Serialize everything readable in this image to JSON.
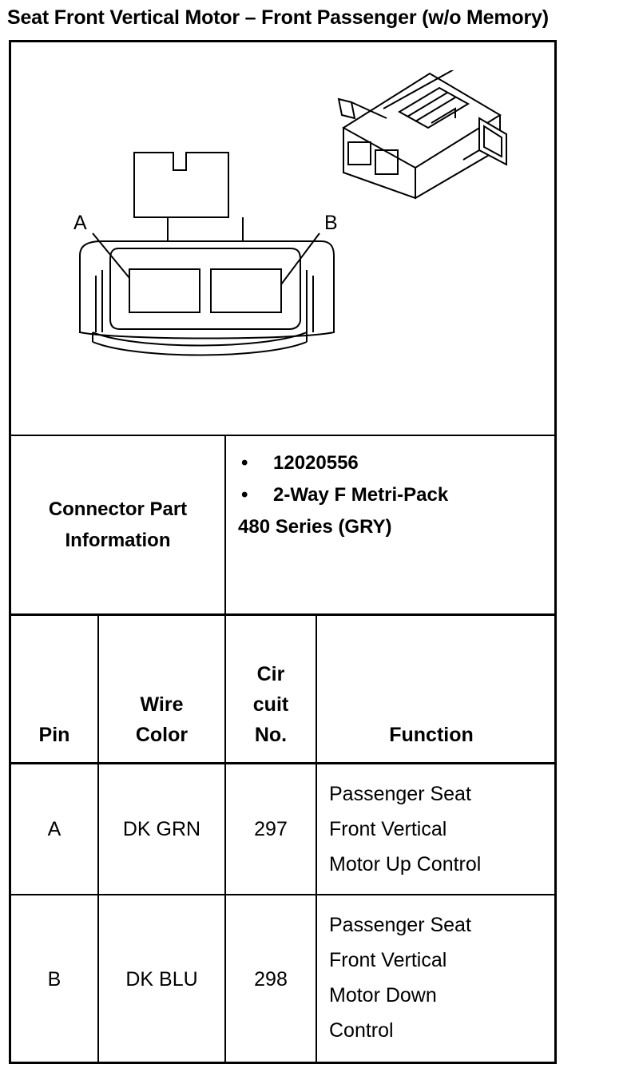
{
  "title": "Seat Front Vertical Motor – Front Passenger (w/o Memory)",
  "diagram": {
    "pin_labels": [
      "A",
      "B"
    ]
  },
  "connector_info": {
    "label_line1": "Connector Part",
    "label_line2": "Information",
    "bullet_symbol": "•",
    "items": [
      "12020556",
      "2-Way F Metri-Pack"
    ],
    "continuation": "480 Series (GRY)"
  },
  "table": {
    "headers": {
      "pin": "Pin",
      "wire_color": [
        "Wire",
        "Color"
      ],
      "circuit": [
        "Cir",
        "cuit",
        "No."
      ],
      "function": "Function"
    },
    "rows": [
      {
        "pin": "A",
        "wire_color": "DK GRN",
        "circuit": "297",
        "function": [
          "Passenger Seat",
          "Front Vertical",
          "Motor Up Control"
        ]
      },
      {
        "pin": "B",
        "wire_color": "DK BLU",
        "circuit": "298",
        "function": [
          "Passenger Seat",
          "Front Vertical",
          "Motor Down",
          "Control"
        ]
      }
    ]
  }
}
